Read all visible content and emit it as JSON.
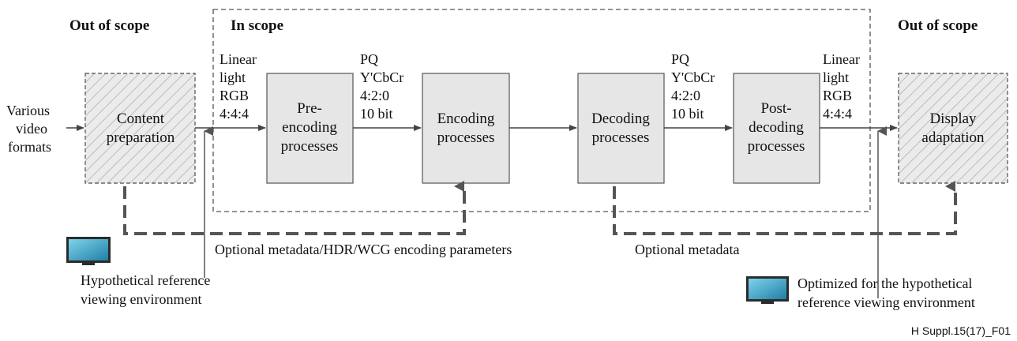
{
  "labels": {
    "out_of_scope_left": "Out of scope",
    "in_scope": "In scope",
    "out_of_scope_right": "Out of scope"
  },
  "input": [
    "Various",
    "video",
    "formats"
  ],
  "boxes": {
    "content_preparation": [
      "Content",
      "preparation"
    ],
    "pre_encoding": [
      "Pre-",
      "encoding",
      "processes"
    ],
    "encoding": [
      "Encoding",
      "processes"
    ],
    "decoding": [
      "Decoding",
      "processes"
    ],
    "post_decoding": [
      "Post-",
      "decoding",
      "processes"
    ],
    "display_adaptation": [
      "Display",
      "adaptation"
    ]
  },
  "signals": {
    "linear_in": [
      "Linear",
      "light",
      "RGB",
      "4:4:4"
    ],
    "pq_enc": [
      "PQ",
      "Y'CbCr",
      "4:2:0",
      "10 bit"
    ],
    "pq_dec": [
      "PQ",
      "Y'CbCr",
      "4:2:0",
      "10 bit"
    ],
    "linear_out": [
      "Linear",
      "light",
      "RGB",
      "4:4:4"
    ]
  },
  "metadata": {
    "encoding_params": "Optional metadata/HDR/WCG encoding parameters",
    "optional": "Optional metadata"
  },
  "environments": {
    "hypothetical": [
      "Hypothetical reference",
      "viewing environment"
    ],
    "optimized": [
      "Optimized for the hypothetical",
      "reference viewing environment"
    ]
  },
  "figure_id": "H Suppl.15(17)_F01",
  "colors": {
    "box_fill": "#e6e6e6",
    "line": "#555555",
    "monitor_screen": "#1f8fb3"
  },
  "icons": [
    "monitor-icon",
    "monitor-icon"
  ]
}
